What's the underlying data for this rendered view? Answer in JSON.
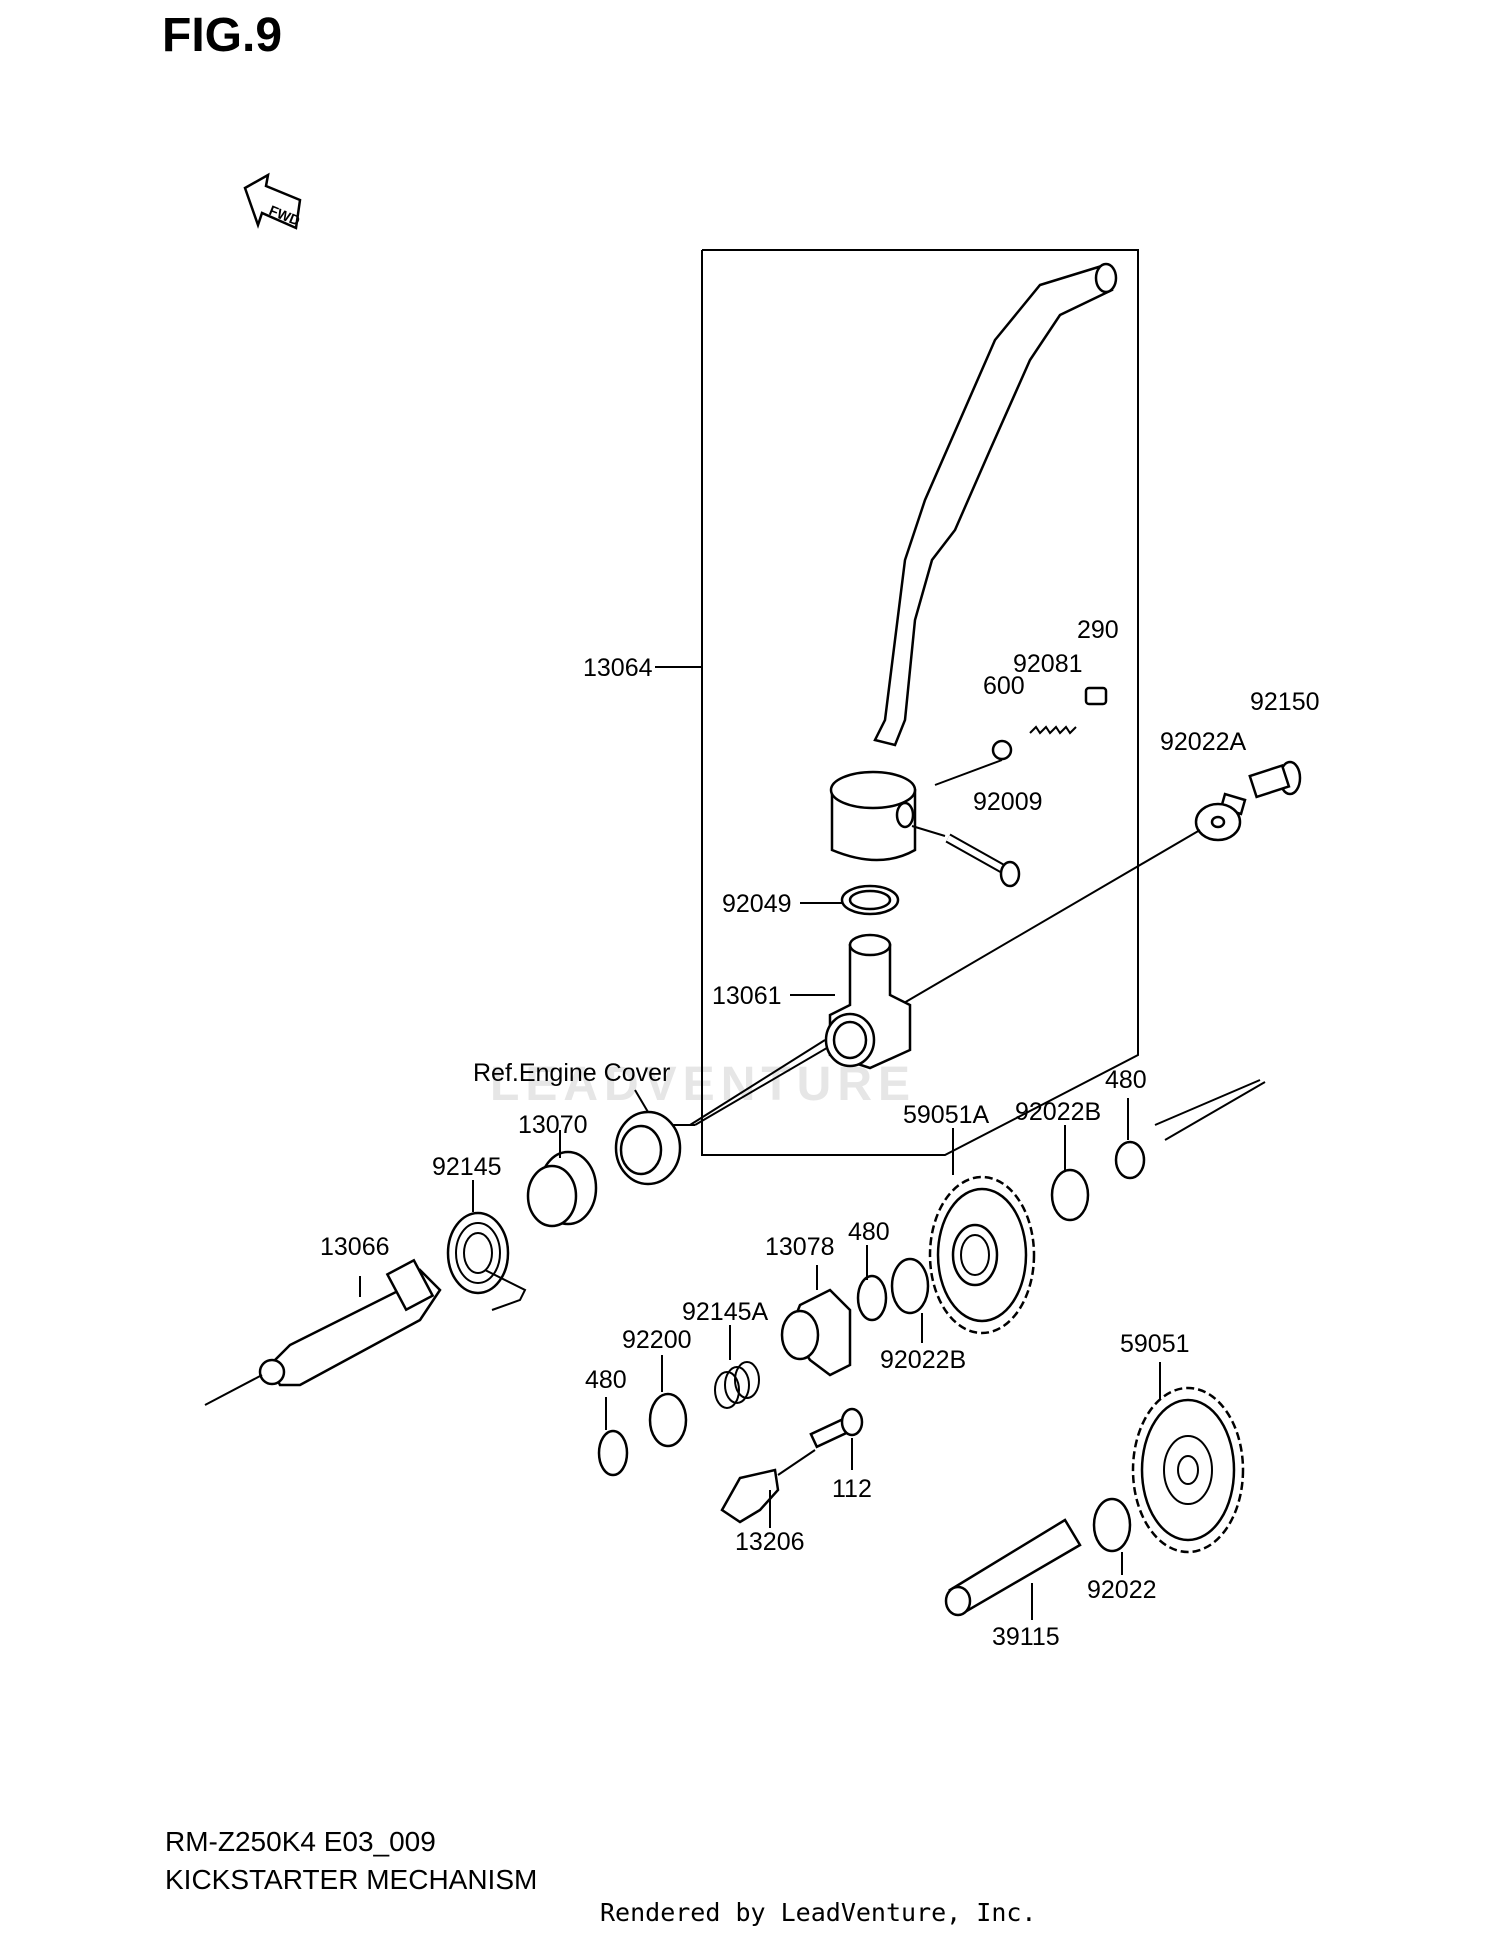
{
  "figure_title": "FIG.9",
  "fwd_label": "FWD",
  "watermark": "LEADVENTURE",
  "labels": {
    "13064": "13064",
    "290": "290",
    "92081": "92081",
    "600": "600",
    "92150": "92150",
    "92022A": "92022A",
    "92009": "92009",
    "92049": "92049",
    "13061": "13061",
    "ref_engine_cover": "Ref.Engine Cover",
    "13070": "13070",
    "92145": "92145",
    "13066": "13066",
    "480_top": "480",
    "59051A": "59051A",
    "92022B_top": "92022B",
    "13078": "13078",
    "480_mid": "480",
    "92145A": "92145A",
    "92200": "92200",
    "92022B_mid": "92022B",
    "480_low": "480",
    "112": "112",
    "13206": "13206",
    "59051": "59051",
    "92022": "92022",
    "39115": "39115"
  },
  "footer": {
    "model_code": "RM-Z250K4 E03_009",
    "section_name": "KICKSTARTER MECHANISM",
    "rendered_by": "Rendered by LeadVenture, Inc."
  }
}
